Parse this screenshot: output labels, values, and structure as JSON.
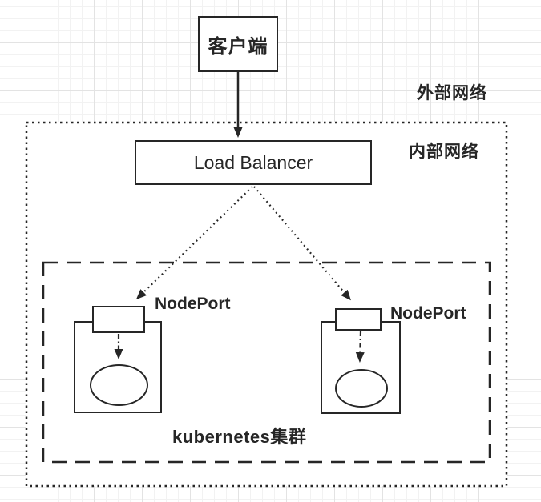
{
  "diagram": {
    "nodes": {
      "client": "客户端",
      "load_balancer": "Load Balancer"
    },
    "labels": {
      "external_network": "外部网络",
      "internal_network": "内部网络",
      "nodeport_left": "NodePort",
      "nodeport_right": "NodePort",
      "cluster": "kubernetes集群"
    },
    "colors": {
      "line": "#262626",
      "background": "#ffffff",
      "grid_minor": "#f2f2f2",
      "grid_major": "#e3e3e3"
    }
  }
}
